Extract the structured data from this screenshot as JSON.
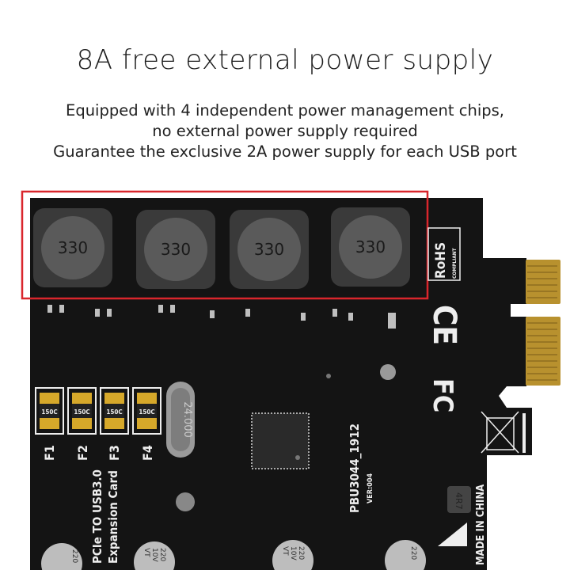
{
  "header": {
    "title": "8A free external power supply",
    "lines": [
      "Equipped with 4 independent power management chips,",
      "no external power supply required",
      "Guarantee the exclusive 2A power supply for each USB port"
    ]
  },
  "board": {
    "inductor_label": "330",
    "fuse_label": "150C",
    "fuse_names": [
      "F1",
      "F2",
      "F3",
      "F4"
    ],
    "crystal_label": "24.000",
    "product_line1": "PCIe TO USB3.0",
    "product_line2": "Expansion Card",
    "model": "PBU3044_1912",
    "version": "VER:004",
    "capacitor_label": [
      "220",
      "10V",
      "VT"
    ],
    "rohs": "RoHS",
    "rohs_sub": "COMPLIANT",
    "ce": "CE",
    "fc": "FC",
    "small_inductor": "4R7",
    "origin": "MADE IN CHINA"
  },
  "colors": {
    "highlight_box": "#d9262c",
    "pcb": "#141414",
    "gold_fingers": "#b8912e"
  }
}
